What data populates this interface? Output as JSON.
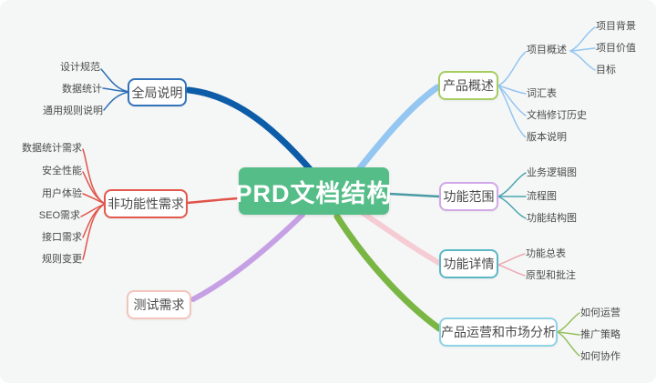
{
  "canvas": {
    "background": "#f5f6f6"
  },
  "root": {
    "label": "PRD文档结构",
    "bg_color": "#55bd88",
    "text_color": "#ffffff"
  },
  "branches": [
    {
      "label": "全局说明",
      "side": "left",
      "border_color": "#3273b9",
      "line_color": "#0d5ca8",
      "child_line_color": "#2e6fb7",
      "children": [
        {
          "label": "设计规范"
        },
        {
          "label": "数据统计"
        },
        {
          "label": "通用规则说明"
        }
      ]
    },
    {
      "label": "非功能性需求",
      "side": "left",
      "border_color": "#e2584c",
      "line_color": "#e0544a",
      "child_line_color": "#e0544a",
      "children": [
        {
          "label": "数据统计需求"
        },
        {
          "label": "安全性能"
        },
        {
          "label": "用户体验"
        },
        {
          "label": "SEO需求"
        },
        {
          "label": "接口需求"
        },
        {
          "label": "规则变更"
        }
      ]
    },
    {
      "label": "测试需求",
      "side": "left",
      "border_color": "#f2c5bc",
      "line_color": "#c6a0e4",
      "child_line_color": "",
      "children": []
    },
    {
      "label": "产品概述",
      "side": "right",
      "border_color": "#a6cd62",
      "line_color": "#93c6f1",
      "child_line_color": "#93c6f1",
      "children": [
        {
          "label": "项目概述",
          "children": [
            {
              "label": "项目背景"
            },
            {
              "label": "项目价值"
            },
            {
              "label": "目标"
            }
          ]
        },
        {
          "label": "词汇表"
        },
        {
          "label": "文档修订历史"
        },
        {
          "label": "版本说明"
        }
      ]
    },
    {
      "label": "功能范围",
      "side": "right",
      "border_color": "#d2a8e8",
      "line_color": "#4a9aa6",
      "child_line_color": "#4aa5b0",
      "children": [
        {
          "label": "业务逻辑图"
        },
        {
          "label": "流程图"
        },
        {
          "label": "功能结构图"
        }
      ]
    },
    {
      "label": "功能详情",
      "side": "right",
      "border_color": "#5cb8c6",
      "line_color": "#f5ccd3",
      "child_line_color": "#eeaab4",
      "children": [
        {
          "label": "功能总表"
        },
        {
          "label": "原型和批注"
        }
      ]
    },
    {
      "label": "产品运营和市场分析",
      "side": "right",
      "border_color": "#8ed2e6",
      "line_color": "#7ab644",
      "child_line_color": "#97c05c",
      "children": [
        {
          "label": "如何运营"
        },
        {
          "label": "推广策略"
        },
        {
          "label": "如何协作"
        }
      ]
    }
  ]
}
